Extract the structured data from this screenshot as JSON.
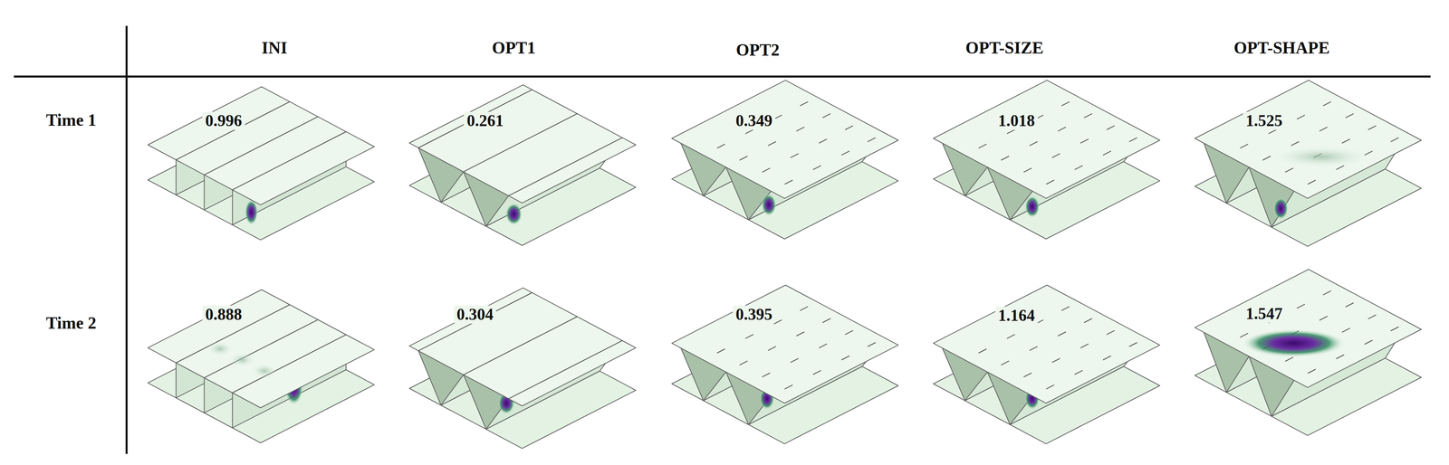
{
  "diagram": {
    "labels": [
      "INI",
      "OPT1",
      "OPT2",
      "OPT-SIZE",
      "OPT-SHAPE",
      "Time 1",
      "0.996",
      "0.261",
      "0.349",
      "1.018",
      "1.525",
      "Time 2",
      "0.888",
      "0.304",
      "0.395",
      "1.164",
      "1.547"
    ]
  }
}
